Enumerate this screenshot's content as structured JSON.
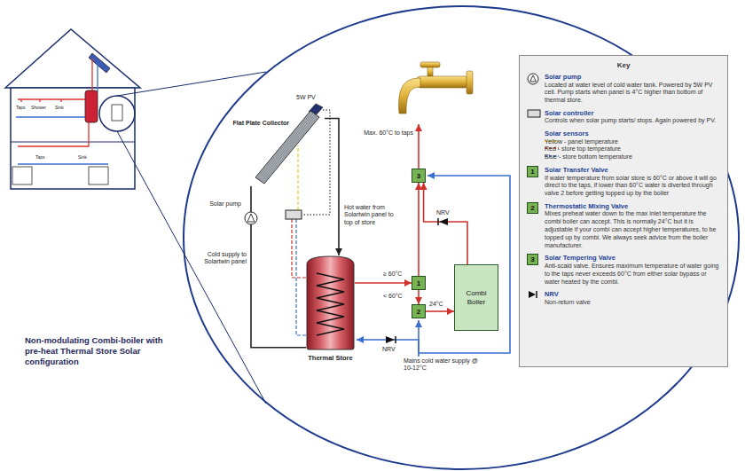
{
  "diagram": {
    "title": "Non-modulating Combi-boiler with pre-heat Thermal Store Solar configuration",
    "nodes": [
      {
        "text": [
          "Flat Plate Collector"
        ]
      },
      {
        "text": [
          "Thermal Store"
        ]
      },
      {
        "text": [
          "3"
        ]
      },
      {
        "text": [
          "1"
        ]
      },
      {
        "text": [
          "Combi Boiler"
        ]
      },
      {
        "text": [
          "2"
        ]
      }
    ],
    "edges": [
      {
        "from": 0,
        "to": 1,
        "arrow": "to"
      },
      {
        "from": 1,
        "to": 0,
        "arrow": "none"
      },
      {
        "from": 1,
        "to": 3,
        "arrow": "to"
      },
      {
        "from": 3,
        "to": 2,
        "arrow": "to"
      },
      {
        "from": 3,
        "to": 5,
        "arrow": "to"
      },
      {
        "from": 5,
        "to": 4,
        "arrow": "to"
      },
      {
        "from": 4,
        "to": 2,
        "arrow": "to"
      }
    ],
    "labels": [
      "Taps",
      "Shower",
      "Sink",
      "Taps",
      "Sink",
      "5W PV",
      "Solar pump",
      "Hot water from Solartwin panel to top of store",
      "Cold supply to Solartwin panel",
      "Max. 60°C to taps",
      "NRV",
      "≥ 60°C",
      "< 60°C",
      "24°C",
      "NRV",
      "Mains cold water supply @ 10-12°C",
      "Key",
      "Located at water level of cold water tank. Powered by 5W PV cell. Pump starts when panel is 4°C higher than bottom of thermal store.",
      "Controls when solar pump starts/ stops. Again powered by PV.",
      "1",
      "If water temperature from solar store is 60°C or above it will go direct to the taps, if lower than 60°C water is diverted through valve 2 before getting topped up by the boiler",
      "2",
      "Mixes preheat water down to the max inlet temperature the combi boiler can accept. This is normally 24°C but it is adjustable if your combi can accept higher temperatures, to be topped up by combi. We always seek advice from the boiler manufacturer.",
      "3",
      "Anti-scald valve. Ensures maximum temperature of water going to the taps never exceeds 60°C from either solar bypass or water heated by the combi.",
      "Non-return valve"
    ],
    "legend": [
      {
        "text": "Solar pump"
      },
      {
        "text": "Solar controller"
      },
      {
        "text": "Solar sensors"
      },
      {
        "text": "Yellow - panel temperature"
      },
      {
        "text": "Red - store top temperature"
      },
      {
        "text": "Blue - store bottom temperature"
      },
      {
        "text": "Solar Transfer Valve"
      },
      {
        "text": "Thermostatic Mixing Valve"
      },
      {
        "text": "Solar Tempering Valve"
      },
      {
        "text": "NRV"
      }
    ]
  }
}
